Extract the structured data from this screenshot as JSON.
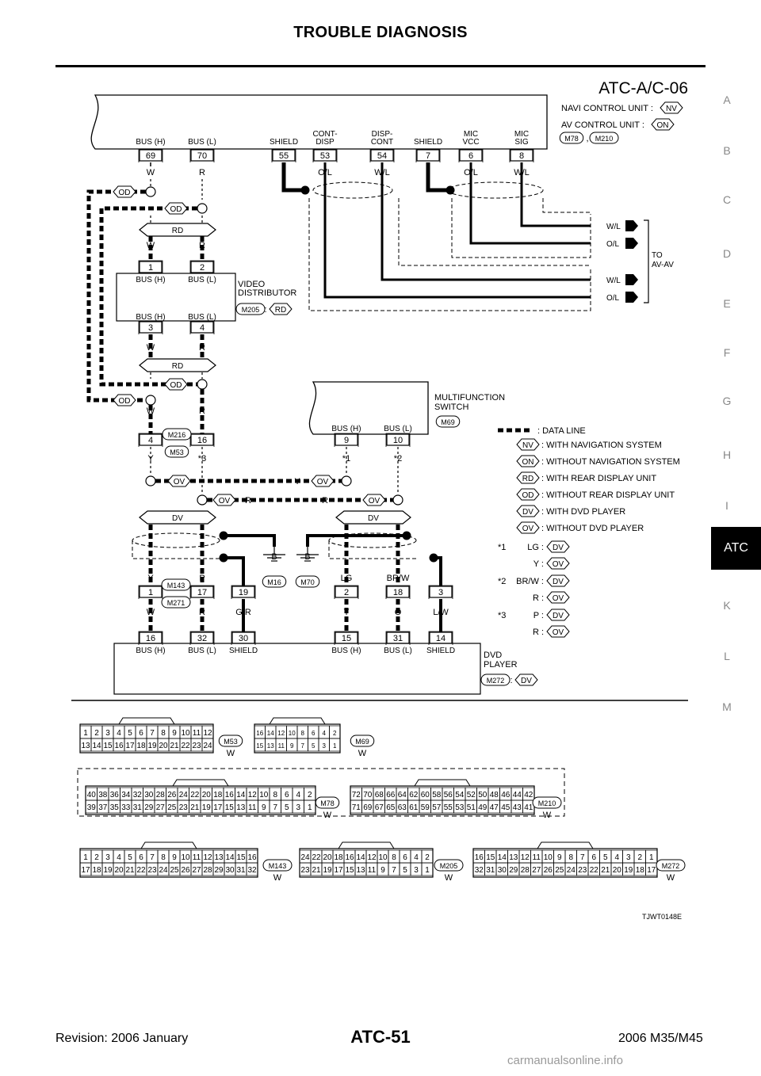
{
  "header": {
    "title": "TROUBLE DIAGNOSIS"
  },
  "side_tabs": {
    "letters": [
      "A",
      "B",
      "C",
      "D",
      "E",
      "F",
      "G",
      "H",
      "I",
      "ATC",
      "K",
      "L",
      "M"
    ],
    "active": "ATC"
  },
  "diagram": {
    "code": "ATC-A/C-06",
    "figure_id": "TJWT0148E",
    "units": {
      "navi": "NAVI CONTROL UNIT :",
      "av": "AV CONTROL UNIT :",
      "video": [
        "VIDEO",
        "DISTRIBUTOR"
      ],
      "mfs": [
        "MULTIFUNCTION",
        "SWITCH"
      ],
      "dvd": [
        "DVD",
        "PLAYER"
      ],
      "to_av": [
        "TO",
        "AV-AV"
      ]
    },
    "connectors": {
      "M78": "M78",
      "M210": "M210",
      "M205": "M205",
      "M69": "M69",
      "M216": "M216",
      "M53": "M53",
      "M143": "M143",
      "M271": "M271",
      "M16": "M16",
      "M70": "M70",
      "M272": "M272"
    },
    "codes": {
      "NV": "NV",
      "ON": "ON",
      "RD": "RD",
      "OD": "OD",
      "DV": "DV",
      "OV": "OV"
    },
    "top_pins": [
      {
        "label": "BUS (H)",
        "pin": "69",
        "color": "W"
      },
      {
        "label": "BUS (L)",
        "pin": "70",
        "color": "R"
      },
      {
        "label": "SHIELD",
        "pin": "55",
        "color": ""
      },
      {
        "label": "CONT-\nDISP",
        "pin": "53",
        "color": "O/L"
      },
      {
        "label": "DISP-\nCONT",
        "pin": "54",
        "color": "W/L"
      },
      {
        "label": "SHIELD",
        "pin": "7",
        "color": ""
      },
      {
        "label": "MIC\nVCC",
        "pin": "6",
        "color": "O/L"
      },
      {
        "label": "MIC\nSIG",
        "pin": "8",
        "color": "W/L"
      }
    ],
    "video_pins": {
      "top": [
        {
          "label": "BUS (H)",
          "pin": "1",
          "color": "W"
        },
        {
          "label": "BUS (L)",
          "pin": "2",
          "color": "R"
        }
      ],
      "bottom": [
        {
          "label": "BUS (H)",
          "pin": "3",
          "color": "W"
        },
        {
          "label": "BUS (L)",
          "pin": "4",
          "color": "R"
        }
      ]
    },
    "to_av_wires": [
      "W/L",
      "O/L",
      "W/L",
      "O/L"
    ],
    "mfs_pins": [
      {
        "label": "BUS (H)",
        "pin": "9"
      },
      {
        "label": "BUS (L)",
        "pin": "10"
      }
    ],
    "mid_pins": [
      {
        "pin": "4",
        "color": "Y"
      },
      {
        "pin": "16",
        "color": "*3"
      },
      {
        "pin": "1",
        "color": "Y"
      },
      {
        "pin": "17",
        "color": "P"
      },
      {
        "pin": "19",
        "color": "G/R"
      },
      {
        "pin": "2",
        "color": "LG"
      },
      {
        "pin": "18",
        "color": "BR/W"
      },
      {
        "pin": "3",
        "color": "L/W"
      }
    ],
    "dvd_pins": [
      {
        "label": "BUS (H)",
        "pin": "16",
        "color": "W"
      },
      {
        "label": "BUS (L)",
        "pin": "32",
        "color": "R"
      },
      {
        "label": "SHIELD",
        "pin": "30",
        "color": "G/R"
      },
      {
        "label": "BUS (H)",
        "pin": "15",
        "color": "Y"
      },
      {
        "label": "BUS (L)",
        "pin": "31",
        "color": "O"
      },
      {
        "label": "SHIELD",
        "pin": "14",
        "color": "L/W"
      }
    ],
    "wire_labels": {
      "W": "W",
      "R": "R",
      "Y": "Y",
      "B": "B",
      "LG": "LG",
      "P": "P",
      "star1": "*1",
      "star2": "*2",
      "star3": "*3"
    },
    "legend": [
      {
        "code": "",
        "text": ": DATA LINE"
      },
      {
        "code": "NV",
        "text": ": WITH NAVIGATION SYSTEM"
      },
      {
        "code": "ON",
        "text": ": WITHOUT NAVIGATION SYSTEM"
      },
      {
        "code": "RD",
        "text": ": WITH REAR DISPLAY UNIT"
      },
      {
        "code": "OD",
        "text": ": WITHOUT REAR DISPLAY UNIT"
      },
      {
        "code": "DV",
        "text": ": WITH DVD PLAYER"
      },
      {
        "code": "OV",
        "text": ": WITHOUT DVD PLAYER"
      }
    ],
    "notes": [
      {
        "star": "*1",
        "rows": [
          {
            "color": "LG :",
            "code": "DV"
          },
          {
            "color": "Y :",
            "code": "OV"
          }
        ]
      },
      {
        "star": "*2",
        "rows": [
          {
            "color": "BR/W :",
            "code": "DV"
          },
          {
            "color": "R :",
            "code": "OV"
          }
        ]
      },
      {
        "star": "*3",
        "rows": [
          {
            "color": "P :",
            "code": "DV"
          },
          {
            "color": "R :",
            "code": "OV"
          }
        ]
      }
    ],
    "connector_faces": {
      "M53": {
        "name": "M53",
        "color": "W",
        "top": [
          "1",
          "2",
          "3",
          "4",
          "5",
          "6",
          "7",
          "8",
          "9",
          "10",
          "11",
          "12"
        ],
        "bottom": [
          "13",
          "14",
          "15",
          "16",
          "17",
          "18",
          "19",
          "20",
          "21",
          "22",
          "23",
          "24"
        ]
      },
      "M69": {
        "name": "M69",
        "color": "W",
        "top": [
          "16",
          "14",
          "12",
          "10",
          "8",
          "6",
          "4",
          "2"
        ],
        "bottom": [
          "15",
          "13",
          "11",
          "9",
          "7",
          "5",
          "3",
          "1"
        ]
      },
      "M78": {
        "name": "M78",
        "color": "W",
        "top": [
          "40",
          "38",
          "36",
          "34",
          "32",
          "30",
          "28",
          "26",
          "24",
          "22",
          "20",
          "18",
          "16",
          "14",
          "12",
          "10",
          "8",
          "6",
          "4",
          "2"
        ],
        "bottom": [
          "39",
          "37",
          "35",
          "33",
          "31",
          "29",
          "27",
          "25",
          "23",
          "21",
          "19",
          "17",
          "15",
          "13",
          "11",
          "9",
          "7",
          "5",
          "3",
          "1"
        ]
      },
      "M210": {
        "name": "M210",
        "color": "W",
        "top": [
          "72",
          "70",
          "68",
          "66",
          "64",
          "62",
          "60",
          "58",
          "56",
          "54",
          "52",
          "50",
          "48",
          "46",
          "44",
          "42"
        ],
        "bottom": [
          "71",
          "69",
          "67",
          "65",
          "63",
          "61",
          "59",
          "57",
          "55",
          "53",
          "51",
          "49",
          "47",
          "45",
          "43",
          "41"
        ]
      },
      "M143": {
        "name": "M143",
        "color": "W",
        "top": [
          "1",
          "2",
          "3",
          "4",
          "5",
          "6",
          "7",
          "8",
          "9",
          "10",
          "11",
          "12",
          "13",
          "14",
          "15",
          "16"
        ],
        "bottom": [
          "17",
          "18",
          "19",
          "20",
          "21",
          "22",
          "23",
          "24",
          "25",
          "26",
          "27",
          "28",
          "29",
          "30",
          "31",
          "32"
        ]
      },
      "M205": {
        "name": "M205",
        "color": "W",
        "top": [
          "24",
          "22",
          "20",
          "18",
          "16",
          "14",
          "12",
          "10",
          "8",
          "6",
          "4",
          "2"
        ],
        "bottom": [
          "23",
          "21",
          "19",
          "17",
          "15",
          "13",
          "11",
          "9",
          "7",
          "5",
          "3",
          "1"
        ]
      },
      "M272": {
        "name": "M272",
        "color": "W",
        "top": [
          "16",
          "15",
          "14",
          "13",
          "12",
          "11",
          "10",
          "9",
          "8",
          "7",
          "6",
          "5",
          "4",
          "3",
          "2",
          "1"
        ],
        "bottom": [
          "32",
          "31",
          "30",
          "29",
          "28",
          "27",
          "26",
          "25",
          "24",
          "23",
          "22",
          "21",
          "20",
          "19",
          "18",
          "17"
        ]
      }
    }
  },
  "footer": {
    "revision": "Revision: 2006 January",
    "page": "ATC-51",
    "model": "2006 M35/M45",
    "watermark": "carmanualsonline.info"
  }
}
